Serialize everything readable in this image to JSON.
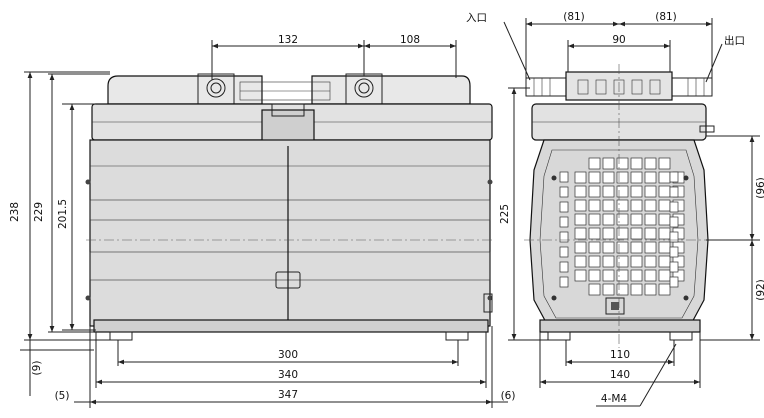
{
  "labels": {
    "inlet": "入口",
    "outlet": "出口",
    "mount": "4-M4"
  },
  "dims": {
    "d132": "132",
    "d108": "108",
    "d81a": "(81)",
    "d81b": "(81)",
    "d90": "90",
    "d238": "238",
    "d229": "229",
    "d2015": "201.5",
    "d225": "225",
    "d96": "(96)",
    "d92": "(92)",
    "d9": "(9)",
    "d300": "300",
    "d340": "340",
    "d347": "347",
    "d5": "(5)",
    "d6": "(6)",
    "d110": "110",
    "d140": "140"
  },
  "colors": {
    "body_fill": "#d9d9d9",
    "top_fill": "#e8e8e8",
    "band_fill": "#c4c4c4",
    "dark": "#555555",
    "line": "#222222"
  }
}
